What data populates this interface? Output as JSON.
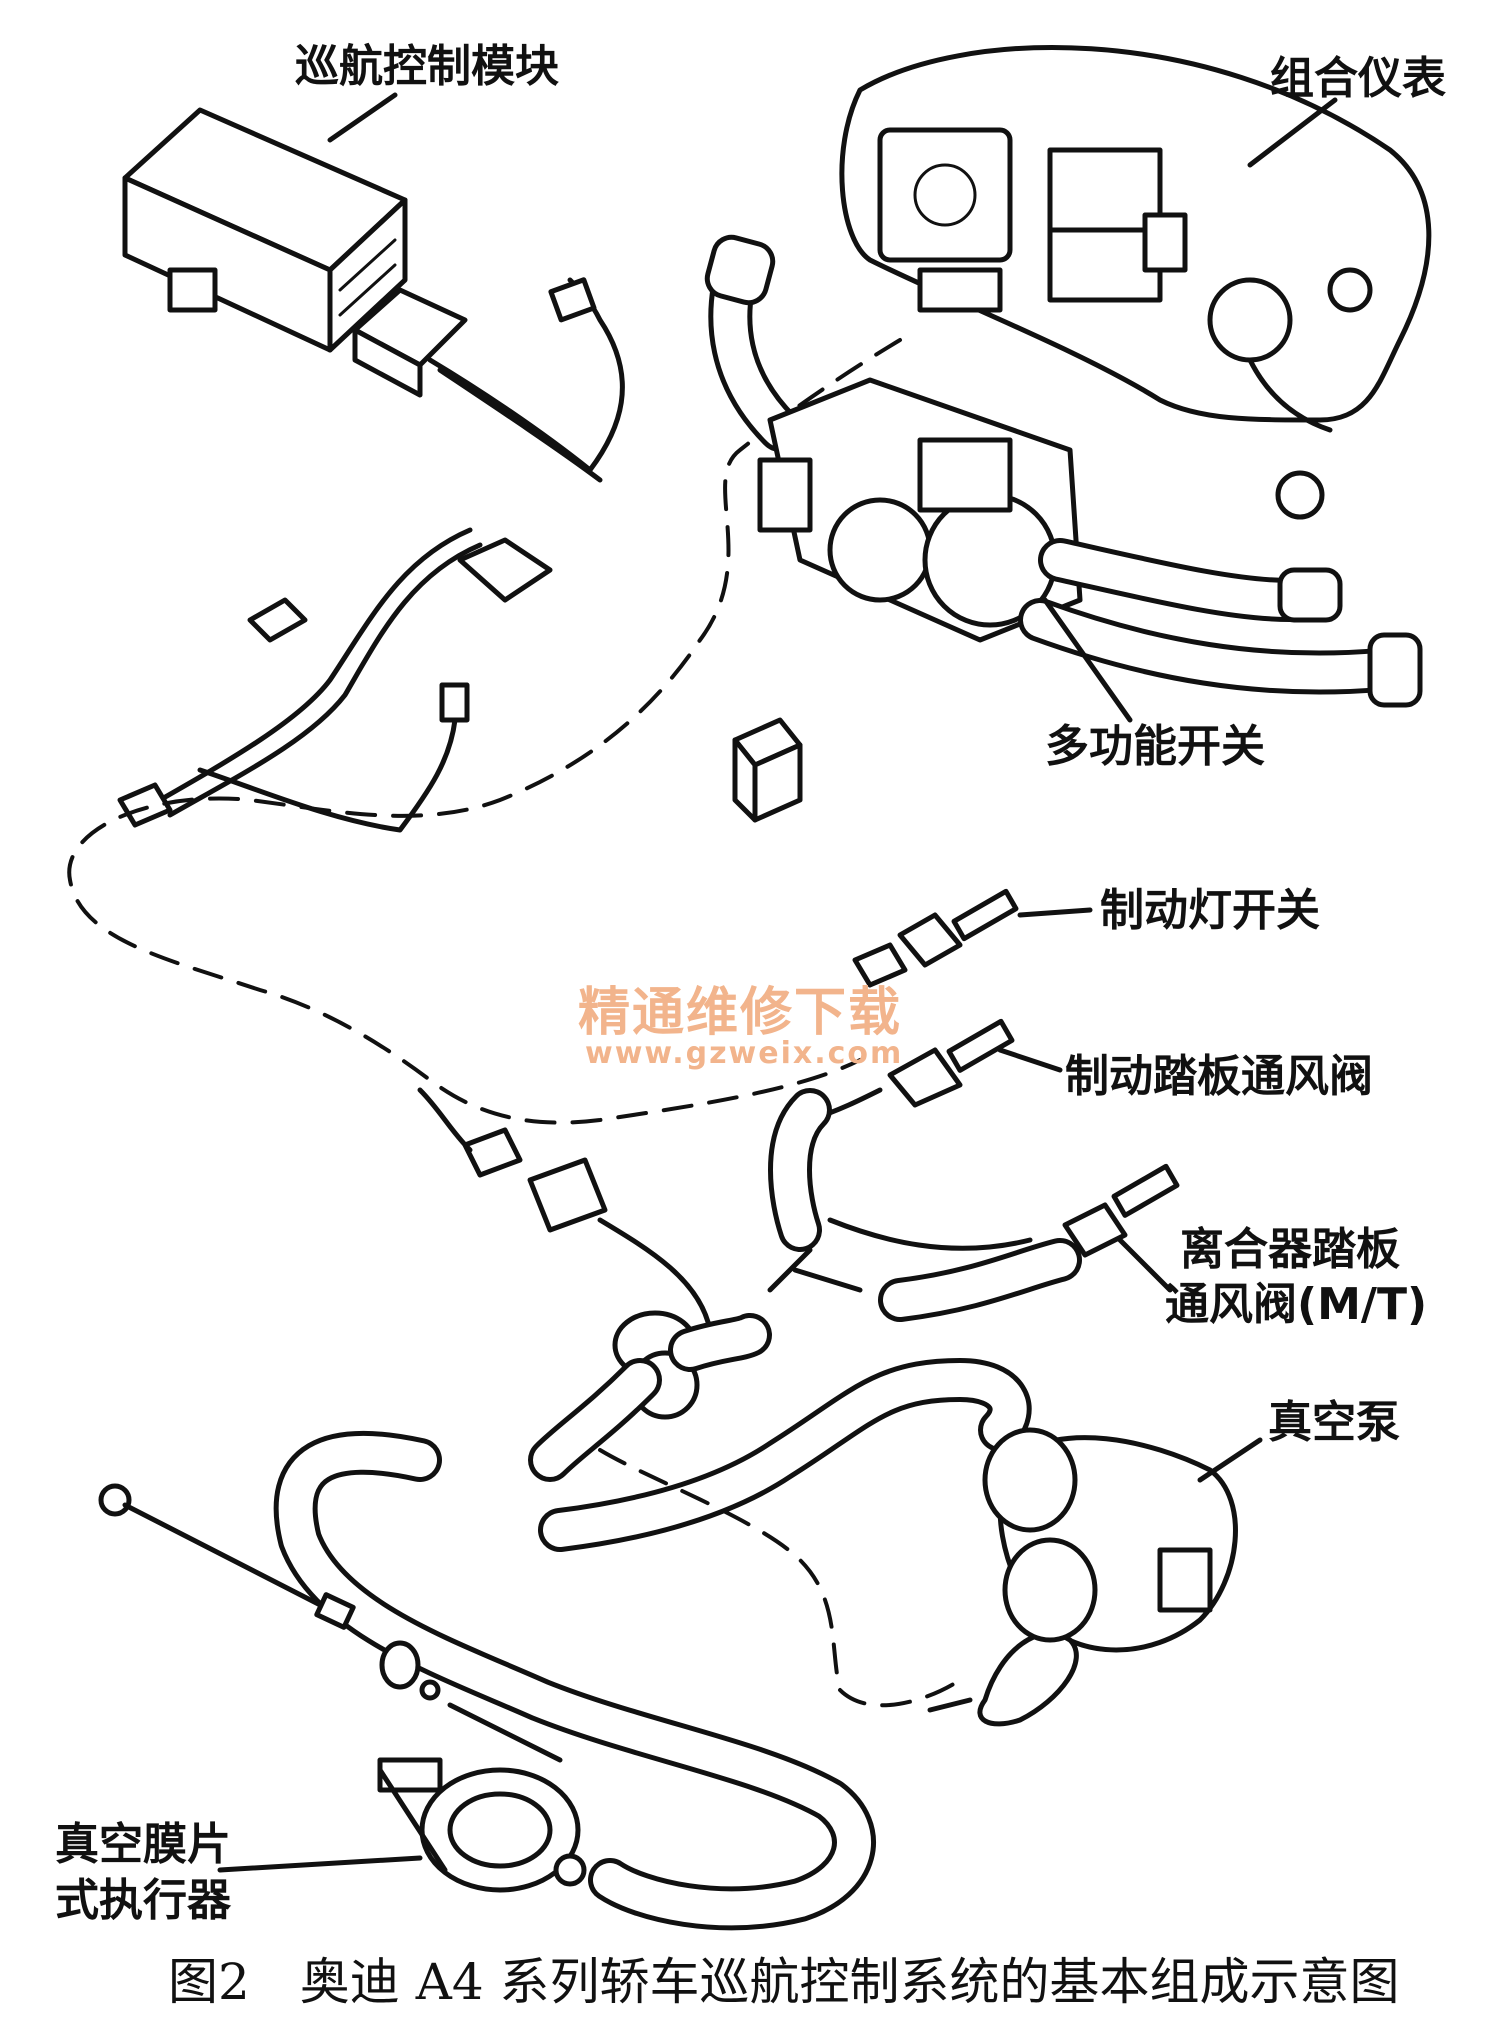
{
  "labels": {
    "cruise_module": "巡航控制模块",
    "instrument_cluster": "组合仪表",
    "multifunction_switch": "多功能开关",
    "brake_light_switch": "制动灯开关",
    "brake_pedal_vent_valve": "制动踏板通风阀",
    "clutch_pedal_vent_valve_line1": "离合器踏板",
    "clutch_pedal_vent_valve_line2": "通风阀(M/T)",
    "vacuum_pump": "真空泵",
    "vacuum_actuator_line1": "真空膜片",
    "vacuum_actuator_line2": "式执行器"
  },
  "watermark": {
    "text_cn": "精通维修下载",
    "url": "www.gzweix.com"
  },
  "caption": "图2　奥迪 A4 系列轿车巡航控制系统的基本组成示意图"
}
